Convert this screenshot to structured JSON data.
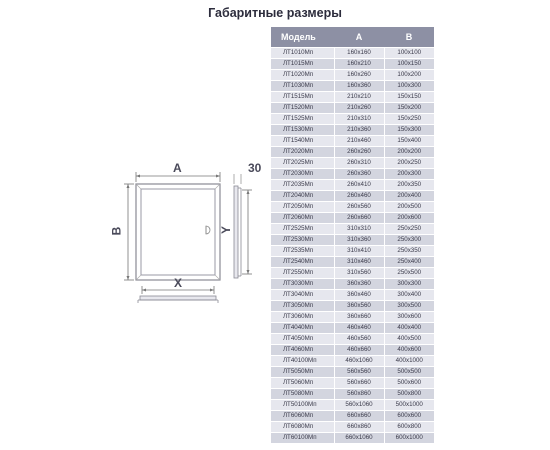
{
  "title": "Габаритные размеры",
  "diagram": {
    "label_a": "A",
    "label_b": "B",
    "label_x": "X",
    "label_y": "Y",
    "label_depth": "30"
  },
  "table": {
    "headers": {
      "model": "Модель",
      "a": "A",
      "b": "B"
    },
    "rows": [
      {
        "model": "ЛТ1010Мп",
        "a": "160x160",
        "b": "100x100"
      },
      {
        "model": "ЛТ1015Мп",
        "a": "160x210",
        "b": "100x150"
      },
      {
        "model": "ЛТ1020Мп",
        "a": "160x260",
        "b": "100x200"
      },
      {
        "model": "ЛТ1030Мп",
        "a": "160x360",
        "b": "100x300"
      },
      {
        "model": "ЛТ1515Мп",
        "a": "210x210",
        "b": "150x150"
      },
      {
        "model": "ЛТ1520Мп",
        "a": "210x260",
        "b": "150x200"
      },
      {
        "model": "ЛТ1525Мп",
        "a": "210x310",
        "b": "150x250"
      },
      {
        "model": "ЛТ1530Мп",
        "a": "210x360",
        "b": "150x300"
      },
      {
        "model": "ЛТ1540Мп",
        "a": "210x460",
        "b": "150x400"
      },
      {
        "model": "ЛТ2020Мп",
        "a": "260x260",
        "b": "200x200"
      },
      {
        "model": "ЛТ2025Мп",
        "a": "260x310",
        "b": "200x250"
      },
      {
        "model": "ЛТ2030Мп",
        "a": "260x360",
        "b": "200x300"
      },
      {
        "model": "ЛТ2035Мп",
        "a": "260x410",
        "b": "200x350"
      },
      {
        "model": "ЛТ2040Мп",
        "a": "260x460",
        "b": "200x400"
      },
      {
        "model": "ЛТ2050Мп",
        "a": "260x560",
        "b": "200x500"
      },
      {
        "model": "ЛТ2060Мп",
        "a": "260x660",
        "b": "200x600"
      },
      {
        "model": "ЛТ2525Мп",
        "a": "310x310",
        "b": "250x250"
      },
      {
        "model": "ЛТ2530Мп",
        "a": "310x360",
        "b": "250x300"
      },
      {
        "model": "ЛТ2535Мп",
        "a": "310x410",
        "b": "250x350"
      },
      {
        "model": "ЛТ2540Мп",
        "a": "310x460",
        "b": "250x400"
      },
      {
        "model": "ЛТ2550Мп",
        "a": "310x560",
        "b": "250x500"
      },
      {
        "model": "ЛТ3030Мп",
        "a": "360x360",
        "b": "300x300"
      },
      {
        "model": "ЛТ3040Мп",
        "a": "360x460",
        "b": "300x400"
      },
      {
        "model": "ЛТ3050Мп",
        "a": "360x560",
        "b": "300x500"
      },
      {
        "model": "ЛТ3060Мп",
        "a": "360x660",
        "b": "300x600"
      },
      {
        "model": "ЛТ4040Мп",
        "a": "460x460",
        "b": "400x400"
      },
      {
        "model": "ЛТ4050Мп",
        "a": "460x560",
        "b": "400x500"
      },
      {
        "model": "ЛТ4060Мп",
        "a": "460x660",
        "b": "400x600"
      },
      {
        "model": "ЛТ40100Мп",
        "a": "460x1060",
        "b": "400x1000"
      },
      {
        "model": "ЛТ5050Мп",
        "a": "560x560",
        "b": "500x500"
      },
      {
        "model": "ЛТ5060Мп",
        "a": "560x660",
        "b": "500x600"
      },
      {
        "model": "ЛТ5080Мп",
        "a": "560x860",
        "b": "500x800"
      },
      {
        "model": "ЛТ50100Мп",
        "a": "560x1060",
        "b": "500x1000"
      },
      {
        "model": "ЛТ6060Мп",
        "a": "660x660",
        "b": "600x600"
      },
      {
        "model": "ЛТ6080Мп",
        "a": "660x860",
        "b": "600x800"
      },
      {
        "model": "ЛТ60100Мп",
        "a": "660x1060",
        "b": "600x1000"
      }
    ]
  }
}
